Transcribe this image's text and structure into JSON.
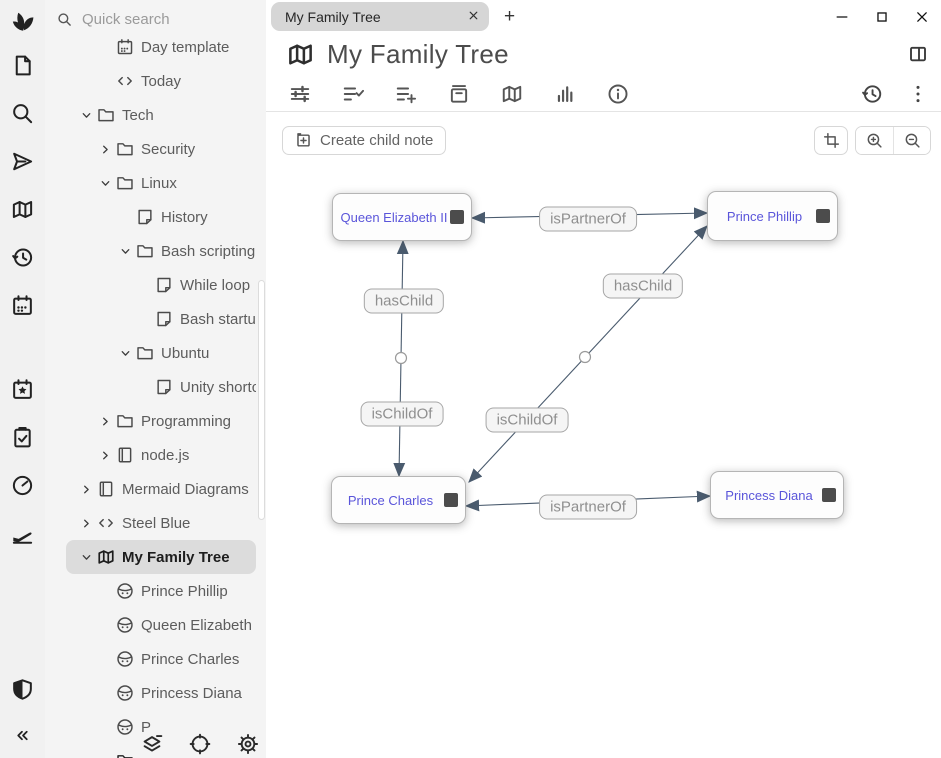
{
  "sidebar": {
    "quick_search_placeholder": "Quick search",
    "tree_items": [
      {
        "label": "Day template",
        "icon": "calendar-icon"
      },
      {
        "label": "Today",
        "icon": "code-icon"
      },
      {
        "label": "Tech",
        "icon": "folder-icon"
      },
      {
        "label": "Security",
        "icon": "folder-icon"
      },
      {
        "label": "Linux",
        "icon": "folder-icon"
      },
      {
        "label": "History",
        "icon": "note-icon"
      },
      {
        "label": "Bash scripting",
        "icon": "folder-icon"
      },
      {
        "label": "While loop",
        "icon": "note-icon"
      },
      {
        "label": "Bash startu",
        "icon": "note-icon"
      },
      {
        "label": "Ubuntu",
        "icon": "folder-icon"
      },
      {
        "label": "Unity shortc",
        "icon": "note-icon"
      },
      {
        "label": "Programming",
        "icon": "folder-icon"
      },
      {
        "label": "node.js",
        "icon": "book-icon"
      },
      {
        "label": "Mermaid Diagrams",
        "icon": "book-icon"
      },
      {
        "label": "Steel Blue",
        "icon": "code-icon"
      },
      {
        "label": "My Family Tree",
        "icon": "map-icon",
        "selected": true
      },
      {
        "label": "Prince Phillip",
        "icon": "person-icon"
      },
      {
        "label": "Queen Elizabeth",
        "icon": "person-icon"
      },
      {
        "label": "Prince Charles",
        "icon": "person-icon"
      },
      {
        "label": "Princess Diana",
        "icon": "person-icon"
      },
      {
        "label": "P",
        "icon": "person-icon"
      },
      {
        "label": "",
        "icon": "folder-icon"
      }
    ],
    "bottom_button_icons": [
      "layers-minus-icon",
      "target-icon",
      "gear-icon"
    ],
    "collapse_glyph": "«"
  },
  "launcher_icons": [
    "plant-logo-icon",
    "new-note-icon",
    "search-icon",
    "send-icon",
    "map-icon",
    "history-icon",
    "calendar-icon",
    "calendar-star-icon",
    "clipboard-check-icon",
    "gauge-icon",
    "airplane-icon",
    "shield-icon",
    "collapse-chevrons-icon"
  ],
  "tabs": {
    "active_label": "My Family Tree",
    "new_tab_glyph": "+"
  },
  "window_control_icons": [
    "minimize-icon",
    "maximize-icon",
    "close-icon"
  ],
  "note": {
    "title": "My Family Tree",
    "title_icon": "map-icon"
  },
  "ribbon_icons": [
    "sliders-icon",
    "list-check-icon",
    "list-plus-icon",
    "archive-icon",
    "map-icon",
    "bar-chart-icon",
    "info-icon",
    "history-icon",
    "kebab-menu-icon"
  ],
  "toolbar": {
    "create_child_note_label": "Create child note"
  },
  "map_toolbar_icons": [
    "crop-icon",
    "zoom-in-icon",
    "zoom-out-icon"
  ],
  "map": {
    "nodes": [
      {
        "label": "Queen Elizabeth II"
      },
      {
        "label": "Prince Phillip"
      },
      {
        "label": "Prince Charles"
      },
      {
        "label": "Princess Diana"
      }
    ],
    "edges": [
      {
        "label": "isPartnerOf"
      },
      {
        "label": "isPartnerOf"
      },
      {
        "label": "hasChild"
      },
      {
        "label": "isChildOf"
      },
      {
        "label": "hasChild"
      },
      {
        "label": "isChildOf"
      }
    ],
    "edge_color": "#4a5b6e",
    "node_text_color": "#5a55da"
  }
}
